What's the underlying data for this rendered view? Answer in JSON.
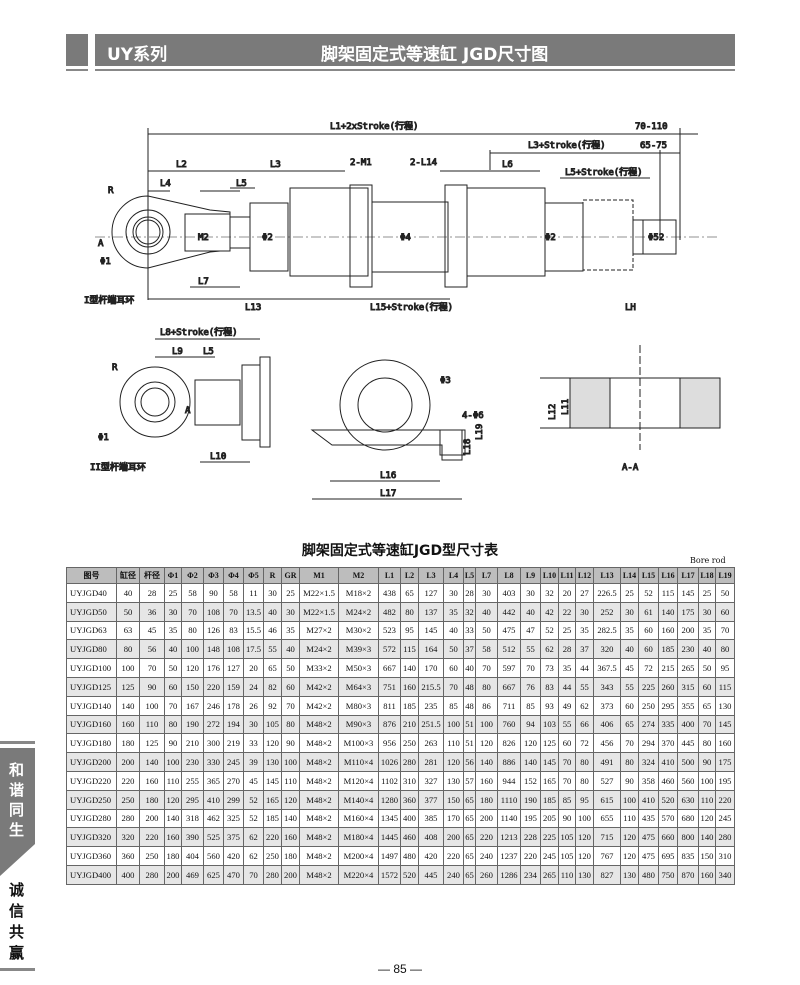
{
  "header": {
    "series": "UY系列",
    "title": "脚架固定式等速缸 JGD尺寸图"
  },
  "side": {
    "top": "和谐同生",
    "bottom": "诚信共赢"
  },
  "drawing": {
    "main": {
      "l1": "L1+2xStroke(行程)",
      "r70": "70-110",
      "l3s": "L3+Stroke(行程)",
      "r65": "65-75",
      "l2": "L2",
      "l3": "L3",
      "m1": "2-M1",
      "l14": "2-L14",
      "l6": "L6",
      "l5s": "L5+Stroke(行程)",
      "l4": "L4",
      "l5": "L5",
      "r": "R",
      "a": "A",
      "phi1": "Φ1",
      "m2": "M2",
      "phi2": "Φ2",
      "phi4": "Φ4",
      "phi52": "Φ52",
      "l7": "L7",
      "l13": "L13",
      "l15": "L15+Stroke(行程)",
      "lh": "LH",
      "eye1": "I型杆端耳环"
    },
    "sub": {
      "l8": "L8+Stroke(行程)",
      "l9": "L9",
      "l5": "L5",
      "r": "R",
      "a": "A",
      "phi1": "Φ1",
      "l10": "L10",
      "eye2": "II型杆端耳环",
      "phi3": "Φ3",
      "phi6": "4-Φ6",
      "l19": "L19",
      "l18": "L18",
      "l16": "L16",
      "l17": "L17",
      "l12": "L12",
      "l11": "L11",
      "aa": "A-A"
    }
  },
  "table": {
    "title": "脚架固定式等速缸JGD型尺寸表",
    "note": "Bore rod",
    "headers": [
      "图号",
      "缸径",
      "杆径",
      "Φ1",
      "Φ2",
      "Φ3",
      "Φ4",
      "Φ5",
      "R",
      "GR",
      "M1",
      "M2",
      "L1",
      "L2",
      "L3",
      "L4",
      "L5",
      "L7",
      "L8",
      "L9",
      "L10",
      "L11",
      "L12",
      "L13",
      "L14",
      "L15",
      "L16",
      "L17",
      "L18",
      "L19"
    ],
    "rows": [
      [
        "UYJGD40",
        "40",
        "28",
        "25",
        "58",
        "90",
        "58",
        "11",
        "30",
        "25",
        "M22×1.5",
        "M18×2",
        "438",
        "65",
        "127",
        "30",
        "28",
        "30",
        "403",
        "30",
        "32",
        "20",
        "27",
        "226.5",
        "25",
        "52",
        "115",
        "145",
        "25",
        "50"
      ],
      [
        "UYJGD50",
        "50",
        "36",
        "30",
        "70",
        "108",
        "70",
        "13.5",
        "40",
        "30",
        "M22×1.5",
        "M24×2",
        "482",
        "80",
        "137",
        "35",
        "32",
        "40",
        "442",
        "40",
        "42",
        "22",
        "30",
        "252",
        "30",
        "61",
        "140",
        "175",
        "30",
        "60"
      ],
      [
        "UYJGD63",
        "63",
        "45",
        "35",
        "80",
        "126",
        "83",
        "15.5",
        "46",
        "35",
        "M27×2",
        "M30×2",
        "523",
        "95",
        "145",
        "40",
        "33",
        "50",
        "475",
        "47",
        "52",
        "25",
        "35",
        "282.5",
        "35",
        "60",
        "160",
        "200",
        "35",
        "70"
      ],
      [
        "UYJGD80",
        "80",
        "56",
        "40",
        "100",
        "148",
        "108",
        "17.5",
        "55",
        "40",
        "M24×2",
        "M39×3",
        "572",
        "115",
        "164",
        "50",
        "37",
        "58",
        "512",
        "55",
        "62",
        "28",
        "37",
        "320",
        "40",
        "60",
        "185",
        "230",
        "40",
        "80"
      ],
      [
        "UYJGD100",
        "100",
        "70",
        "50",
        "120",
        "176",
        "127",
        "20",
        "65",
        "50",
        "M33×2",
        "M50×3",
        "667",
        "140",
        "170",
        "60",
        "40",
        "70",
        "597",
        "70",
        "73",
        "35",
        "44",
        "367.5",
        "45",
        "72",
        "215",
        "265",
        "50",
        "95"
      ],
      [
        "UYJGD125",
        "125",
        "90",
        "60",
        "150",
        "220",
        "159",
        "24",
        "82",
        "60",
        "M42×2",
        "M64×3",
        "751",
        "160",
        "215.5",
        "70",
        "48",
        "80",
        "667",
        "76",
        "83",
        "44",
        "55",
        "343",
        "55",
        "225",
        "260",
        "315",
        "60",
        "115"
      ],
      [
        "UYJGD140",
        "140",
        "100",
        "70",
        "167",
        "246",
        "178",
        "26",
        "92",
        "70",
        "M42×2",
        "M80×3",
        "811",
        "185",
        "235",
        "85",
        "48",
        "86",
        "711",
        "85",
        "93",
        "49",
        "62",
        "373",
        "60",
        "250",
        "295",
        "355",
        "65",
        "130"
      ],
      [
        "UYJGD160",
        "160",
        "110",
        "80",
        "190",
        "272",
        "194",
        "30",
        "105",
        "80",
        "M48×2",
        "M90×3",
        "876",
        "210",
        "251.5",
        "100",
        "51",
        "100",
        "760",
        "94",
        "103",
        "55",
        "66",
        "406",
        "65",
        "274",
        "335",
        "400",
        "70",
        "145"
      ],
      [
        "UYJGD180",
        "180",
        "125",
        "90",
        "210",
        "300",
        "219",
        "33",
        "120",
        "90",
        "M48×2",
        "M100×3",
        "956",
        "250",
        "263",
        "110",
        "51",
        "120",
        "826",
        "120",
        "125",
        "60",
        "72",
        "456",
        "70",
        "294",
        "370",
        "445",
        "80",
        "160"
      ],
      [
        "UYJGD200",
        "200",
        "140",
        "100",
        "230",
        "330",
        "245",
        "39",
        "130",
        "100",
        "M48×2",
        "M110×4",
        "1026",
        "280",
        "281",
        "120",
        "56",
        "140",
        "886",
        "140",
        "145",
        "70",
        "80",
        "491",
        "80",
        "324",
        "410",
        "500",
        "90",
        "175"
      ],
      [
        "UYJGD220",
        "220",
        "160",
        "110",
        "255",
        "365",
        "270",
        "45",
        "145",
        "110",
        "M48×2",
        "M120×4",
        "1102",
        "310",
        "327",
        "130",
        "57",
        "160",
        "944",
        "152",
        "165",
        "70",
        "80",
        "527",
        "90",
        "358",
        "460",
        "560",
        "100",
        "195"
      ],
      [
        "UYJGD250",
        "250",
        "180",
        "120",
        "295",
        "410",
        "299",
        "52",
        "165",
        "120",
        "M48×2",
        "M140×4",
        "1280",
        "360",
        "377",
        "150",
        "65",
        "180",
        "1110",
        "190",
        "185",
        "85",
        "95",
        "615",
        "100",
        "410",
        "520",
        "630",
        "110",
        "220"
      ],
      [
        "UYJGD280",
        "280",
        "200",
        "140",
        "318",
        "462",
        "325",
        "52",
        "185",
        "140",
        "M48×2",
        "M160×4",
        "1345",
        "400",
        "385",
        "170",
        "65",
        "200",
        "1140",
        "195",
        "205",
        "90",
        "100",
        "655",
        "110",
        "435",
        "570",
        "680",
        "120",
        "245"
      ],
      [
        "UYJGD320",
        "320",
        "220",
        "160",
        "390",
        "525",
        "375",
        "62",
        "220",
        "160",
        "M48×2",
        "M180×4",
        "1445",
        "460",
        "408",
        "200",
        "65",
        "220",
        "1213",
        "228",
        "225",
        "105",
        "120",
        "715",
        "120",
        "475",
        "660",
        "800",
        "140",
        "280"
      ],
      [
        "UYJGD360",
        "360",
        "250",
        "180",
        "404",
        "560",
        "420",
        "62",
        "250",
        "180",
        "M48×2",
        "M200×4",
        "1497",
        "480",
        "420",
        "220",
        "65",
        "240",
        "1237",
        "220",
        "245",
        "105",
        "120",
        "767",
        "120",
        "475",
        "695",
        "835",
        "150",
        "310"
      ],
      [
        "UYJGD400",
        "400",
        "280",
        "200",
        "469",
        "625",
        "470",
        "70",
        "280",
        "200",
        "M48×2",
        "M220×4",
        "1572",
        "520",
        "445",
        "240",
        "65",
        "260",
        "1286",
        "234",
        "265",
        "110",
        "130",
        "827",
        "130",
        "480",
        "750",
        "870",
        "160",
        "340"
      ]
    ]
  },
  "page": "— 85 —"
}
